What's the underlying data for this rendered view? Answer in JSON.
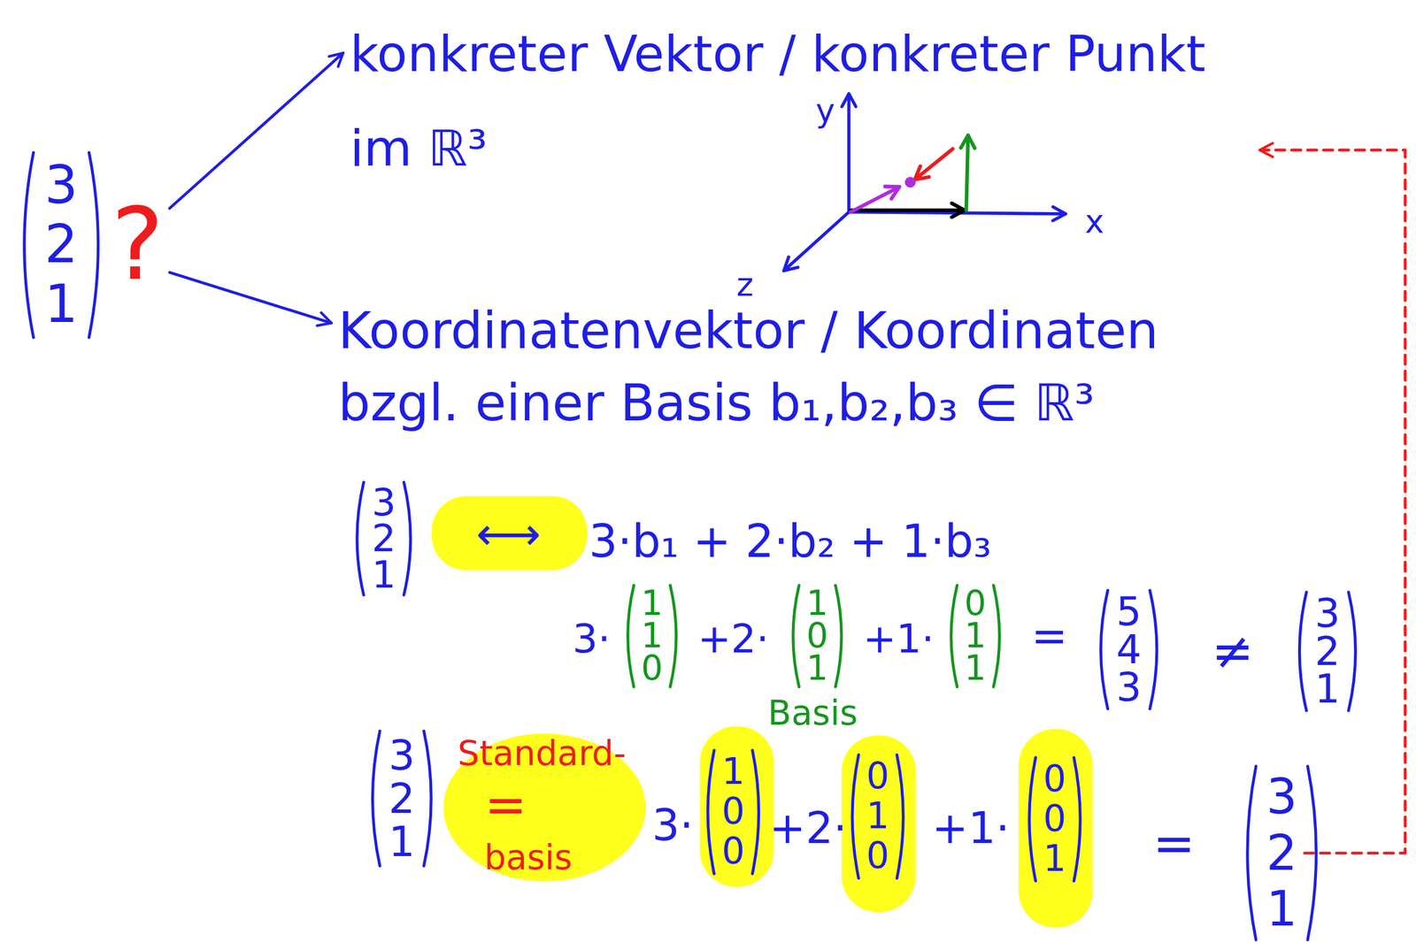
{
  "diagram": {
    "nodes": [
      {
        "text": [
          "3 2 1",
          "?"
        ]
      },
      {
        "text": [
          "konkreter Vektor / konkreter Punkt im ℝ³"
        ]
      },
      {
        "text": [
          "Koordinatenvektor / Koordinaten bzgl. einer Basis b₁,b₂,b₃ ∈ ℝ³"
        ]
      },
      {
        "text": [
          "3 2 1"
        ]
      }
    ],
    "edges": [
      {
        "from": 0,
        "to": 1,
        "arrow": "to"
      },
      {
        "from": 0,
        "to": 2,
        "arrow": "to"
      },
      {
        "from": 3,
        "to": 1,
        "arrow": "to"
      }
    ],
    "labels": [
      "y",
      "x",
      "z",
      "3 2 1",
      "⟷",
      "3·b₁ + 2·b₂ + 1·b₃",
      "3·",
      "1 1 0",
      "+2·",
      "1 0 1",
      "+1·",
      "0 1 1",
      "=",
      "5 4 3",
      "≠",
      "3 2 1",
      "Basis",
      "3 2 1",
      "Standard-",
      "=",
      "basis",
      "3·",
      "1 0 0",
      "+2·",
      "0 1 0",
      "+1·",
      "0 0 1",
      "="
    ]
  }
}
